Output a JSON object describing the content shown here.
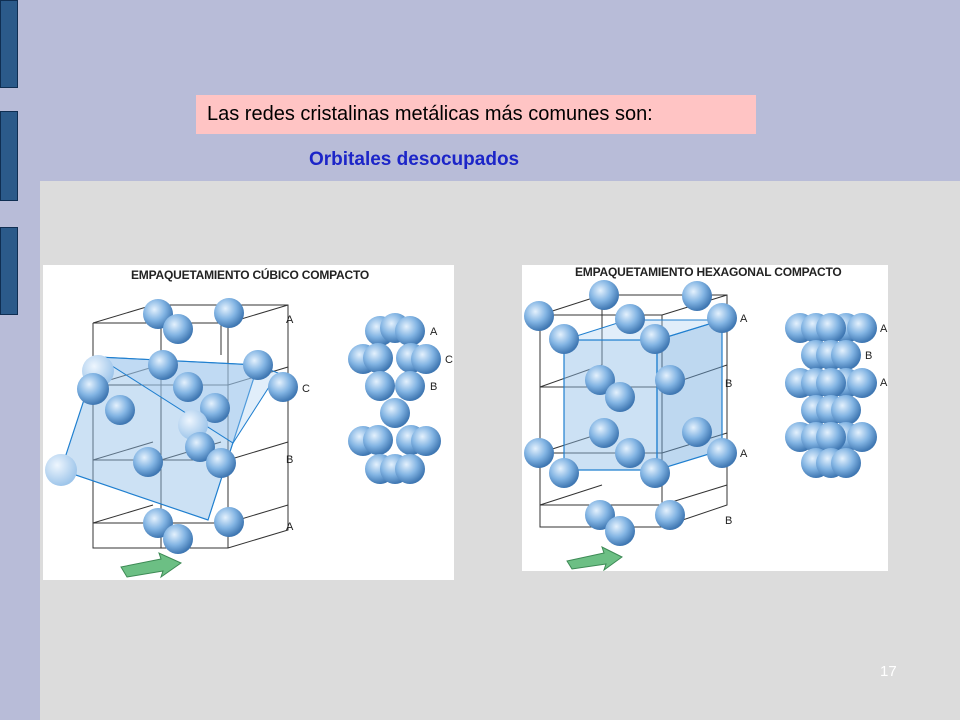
{
  "slide": {
    "title": "Las redes cristalinas metálicas más comunes son:",
    "subtitle": "Orbitales desocupados",
    "page_number": "17"
  },
  "figure_left": {
    "title": "EMPAQUETAMIENTO CÚBICO COMPACTO",
    "lattice_labels": [
      "A",
      "C",
      "B",
      "A"
    ],
    "stack_labels": [
      "A",
      "C",
      "B"
    ]
  },
  "figure_right": {
    "title": "EMPAQUETAMIENTO HEXAGONAL COMPACTO",
    "lattice_labels": [
      "A",
      "B",
      "A",
      "B"
    ],
    "stack_labels": [
      "A",
      "B",
      "A"
    ]
  },
  "colors": {
    "background": "#b8bcd8",
    "content_area": "#dcdcdc",
    "title_box": "#ffc4c4",
    "subtitle": "#1c25c8",
    "sphere": "#7fb0e0",
    "arrow": "#6cbf84"
  }
}
